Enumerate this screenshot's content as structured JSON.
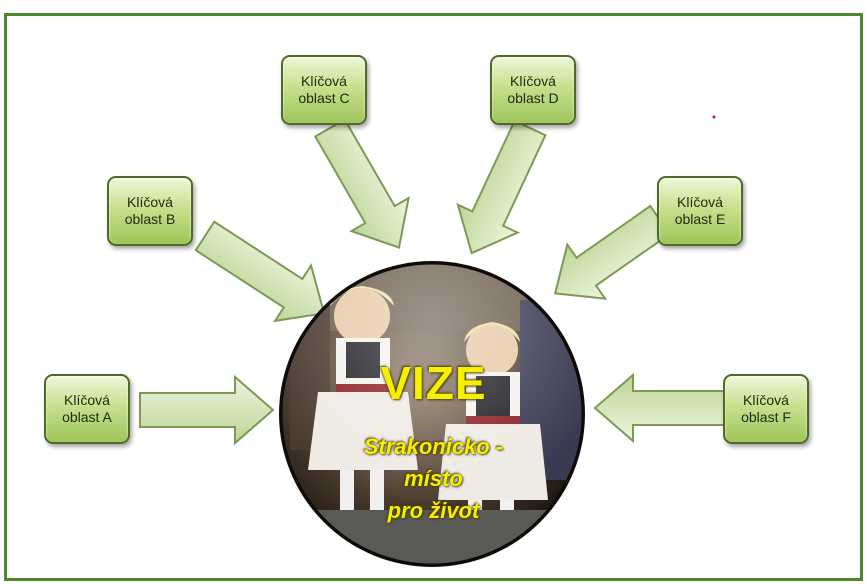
{
  "colors": {
    "border": "#4a8a2a",
    "box_fill_top": "#eef6d8",
    "box_fill_bottom": "#9fc55a",
    "arrow_fill": "#d6e6b8",
    "arrow_stroke": "#7c9a55",
    "vision_text": "#f4f000"
  },
  "boxes": [
    {
      "id": "A",
      "line1": "Klíčová",
      "line2": "oblast A"
    },
    {
      "id": "B",
      "line1": "Klíčová",
      "line2": "oblast B"
    },
    {
      "id": "C",
      "line1": "Klíčová",
      "line2": "oblast C"
    },
    {
      "id": "D",
      "line1": "Klíčová",
      "line2": "oblast D"
    },
    {
      "id": "E",
      "line1": "Klíčová",
      "line2": "oblast E"
    },
    {
      "id": "F",
      "line1": "Klíčová",
      "line2": "oblast F"
    }
  ],
  "center": {
    "title": "VIZE",
    "slogan_line1": "Strakonicko -",
    "slogan_line2": "místo",
    "slogan_line3": "pro život"
  }
}
